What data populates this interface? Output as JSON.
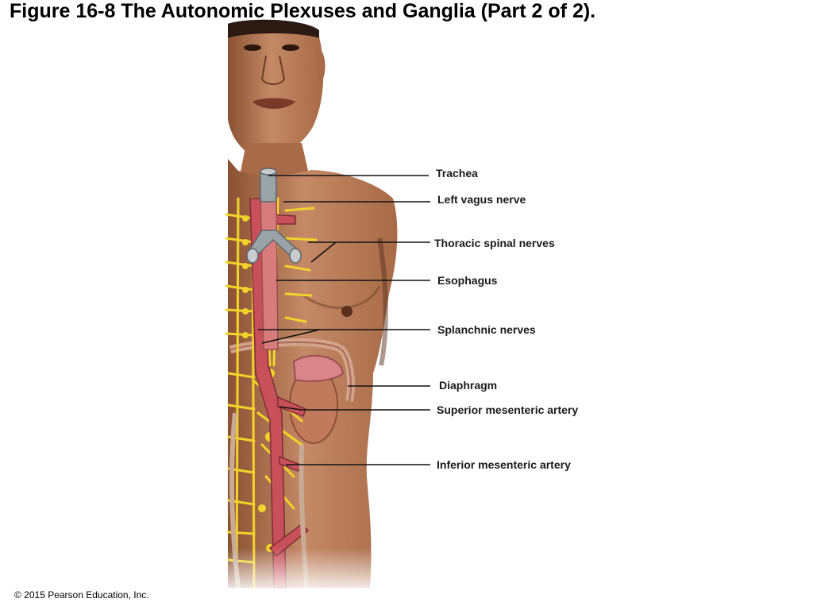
{
  "title": "Figure 16-8 The Autonomic Plexuses and Ganglia (Part 2 of 2).",
  "labels": {
    "trachea": "Trachea",
    "left_vagus_nerve": "Left vagus nerve",
    "thoracic_spinal_nerves": "Thoracic spinal nerves",
    "esophagus": "Esophagus",
    "splanchnic_nerves": "Splanchnic nerves",
    "diaphragm": "Diaphragm",
    "superior_mesenteric_artery": "Superior mesenteric artery",
    "inferior_mesenteric_artery": "Inferior mesenteric artery"
  },
  "copyright": "© 2015 Pearson Education, Inc.",
  "colors": {
    "skin": "#b97a58",
    "skin_dark": "#6e3d22",
    "nerve": "#f2d32a",
    "artery": "#c8505a",
    "esophagus": "#d87b7b",
    "trachea": "#9aa3a8",
    "leader_line": "#111111"
  }
}
